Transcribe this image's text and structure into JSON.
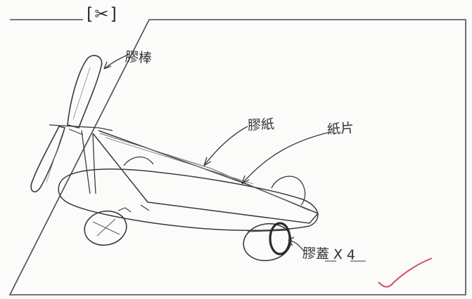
{
  "header": {
    "scissors_label": "[✂]"
  },
  "labels": {
    "propeller": "膠棒",
    "wing": "膠紙",
    "paper": "紙片",
    "wheel": "膠蓋 X 4"
  },
  "colors": {
    "pencil": "#3a3a3a",
    "frame": "#4a4a4a",
    "check_mark": "#d94a5a"
  },
  "icons": [
    "scissors-icon",
    "check-mark-icon"
  ]
}
